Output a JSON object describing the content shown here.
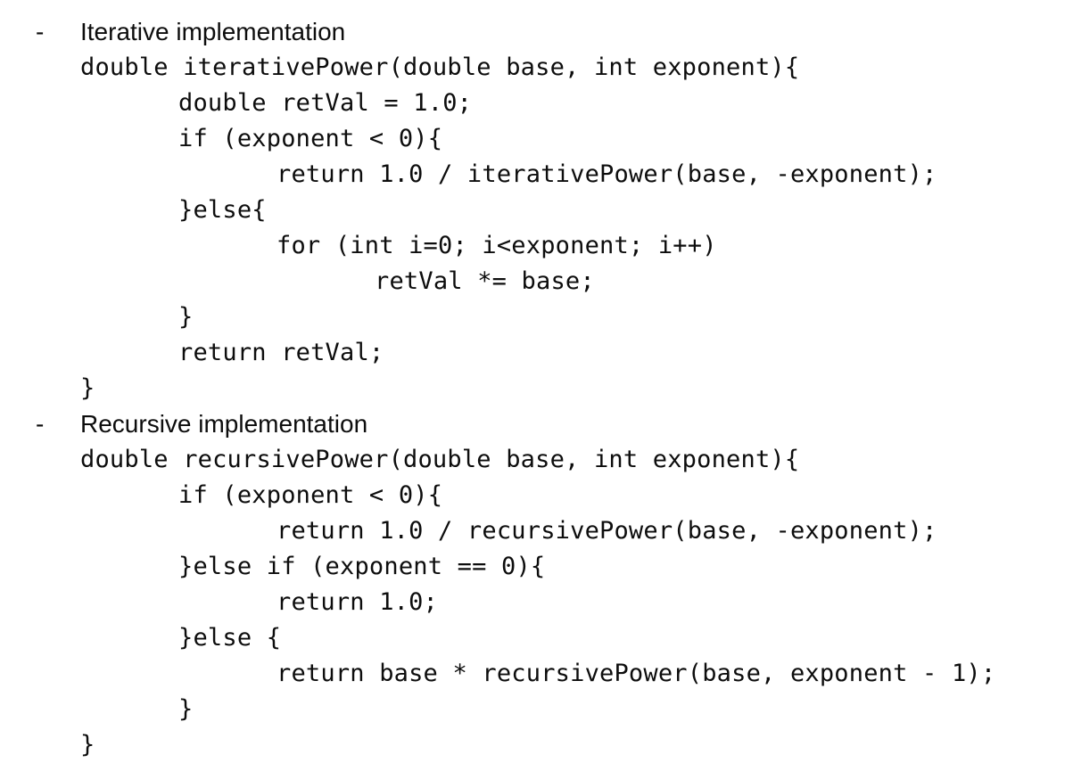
{
  "page": {
    "background": "#ffffff",
    "text_color": "#0d0d0d"
  },
  "sections": [
    {
      "bullet": "-",
      "heading": "Iterative implementation",
      "code_lines": [
        {
          "indent": 0,
          "text": "double iterativePower(double base, int exponent){"
        },
        {
          "indent": 1,
          "text": "double retVal = 1.0;"
        },
        {
          "indent": 1,
          "text": "if (exponent < 0){"
        },
        {
          "indent": 2,
          "text": "return 1.0 / iterativePower(base, -exponent);"
        },
        {
          "indent": 1,
          "text": "}else{"
        },
        {
          "indent": 2,
          "text": "for (int i=0; i<exponent; i++)"
        },
        {
          "indent": 3,
          "text": "retVal *= base;"
        },
        {
          "indent": 1,
          "text": "}"
        },
        {
          "indent": 1,
          "text": "return retVal;"
        },
        {
          "indent": 0,
          "text": "}"
        }
      ]
    },
    {
      "bullet": "-",
      "heading": "Recursive implementation",
      "code_lines": [
        {
          "indent": 0,
          "text": "double recursivePower(double base, int exponent){"
        },
        {
          "indent": 1,
          "text": "if (exponent < 0){"
        },
        {
          "indent": 2,
          "text": "return 1.0 / recursivePower(base, -exponent);"
        },
        {
          "indent": 1,
          "text": "}else if (exponent == 0){"
        },
        {
          "indent": 2,
          "text": "return 1.0;"
        },
        {
          "indent": 1,
          "text": "}else {"
        },
        {
          "indent": 2,
          "text": "return base * recursivePower(base, exponent - 1);"
        },
        {
          "indent": 1,
          "text": "}"
        },
        {
          "indent": 0,
          "text": "}"
        }
      ]
    }
  ]
}
